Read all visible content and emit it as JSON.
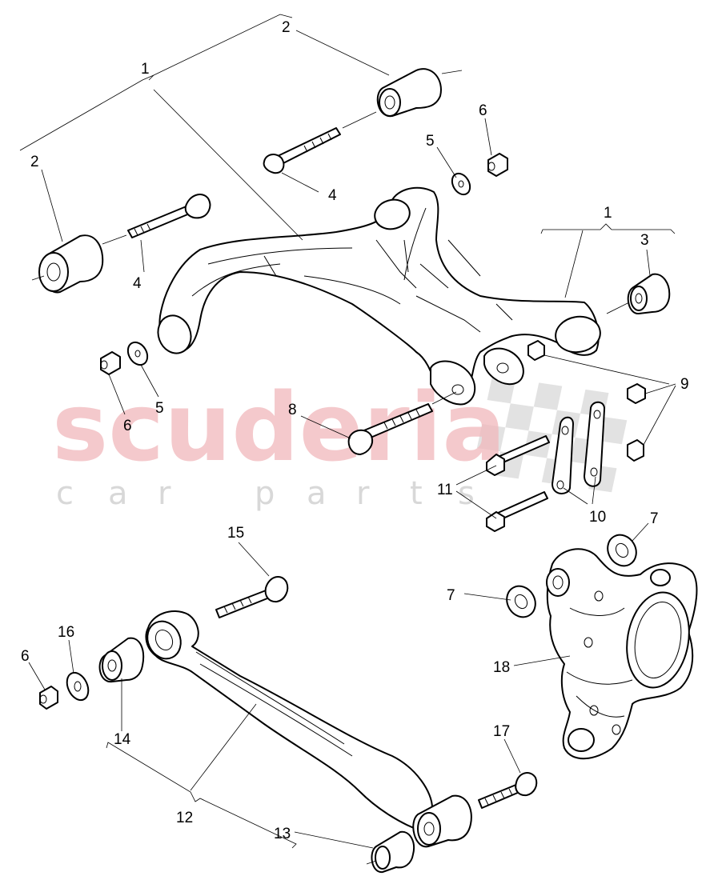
{
  "watermark": {
    "brand": "scuderia",
    "tagline": [
      "c",
      "a",
      "r",
      "p",
      "a",
      "r",
      "t",
      "s"
    ],
    "brand_color": "#f1b8bc"
  },
  "callouts": {
    "c1_top": "1",
    "c1_right": "1",
    "c2_top": "2",
    "c2_left": "2",
    "c3": "3",
    "c4_top": "4",
    "c4_left": "4",
    "c5_top": "5",
    "c5_left": "5",
    "c6_top": "6",
    "c6_mid": "6",
    "c6_bottom": "6",
    "c7_right": "7",
    "c7_left": "7",
    "c8": "8",
    "c9": "9",
    "c10": "10",
    "c11": "11",
    "c12": "12",
    "c13": "13",
    "c14": "14",
    "c15": "15",
    "c16": "16",
    "c17": "17",
    "c18": "18"
  }
}
